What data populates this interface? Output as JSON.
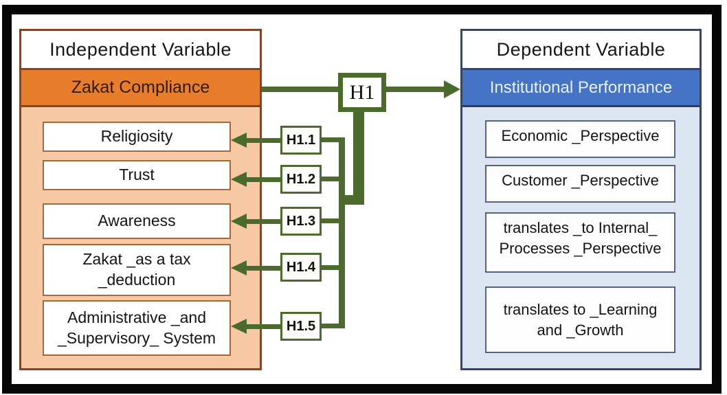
{
  "left_panel": {
    "title": "Independent Variable",
    "header": "Zakat Compliance",
    "items": [
      "Religiosity",
      "Trust",
      "Awareness",
      "Zakat _as a tax\n_deduction",
      "Administrative _and\n_Supervisory_ System"
    ]
  },
  "right_panel": {
    "title": "Dependent Variable",
    "header": "Institutional Performance",
    "items": [
      "Economic _Perspective",
      "Customer _Perspective",
      "translates _to Internal_\nProcesses _Perspective",
      "translates to _Learning\nand _Growth"
    ]
  },
  "hypotheses": {
    "main": "H1",
    "sub": [
      "H1.1",
      "H1.2",
      "H1.3",
      "H1.4",
      "H1.5"
    ]
  },
  "colors": {
    "frame": "#060606",
    "orange_header": "#e87e2c",
    "peach_body": "#f7c9a4",
    "brown_border": "#7b4629",
    "blue_header": "#4574c6",
    "light_blue_body": "#dce4f1",
    "navy_border": "#39455e",
    "arrow_green": "#4c692e"
  }
}
